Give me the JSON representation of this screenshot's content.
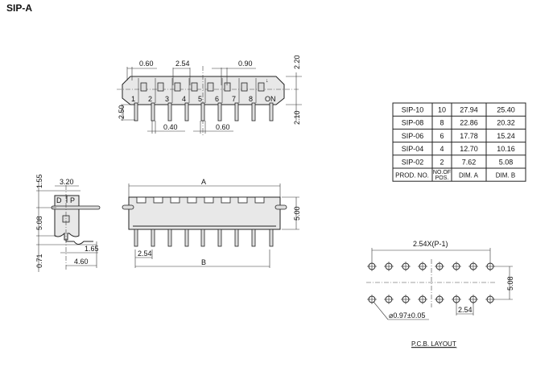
{
  "title": "SIP-A",
  "top_view": {
    "positions": [
      "1",
      "2",
      "3",
      "4",
      "5",
      "6",
      "7",
      "8"
    ],
    "on_label": "ON",
    "dims": {
      "d060_top": "0.60",
      "d254": "2.54",
      "d090": "0.90",
      "d220": "2.20",
      "d250": "2.50",
      "d210": "2.10",
      "d040": "0.40",
      "d060_bottom": "0.60"
    }
  },
  "table": {
    "rows": [
      [
        "SIP-10",
        "10",
        "27.94",
        "25.40"
      ],
      [
        "SIP-08",
        "8",
        "22.86",
        "20.32"
      ],
      [
        "SIP-06",
        "6",
        "17.78",
        "15.24"
      ],
      [
        "SIP-04",
        "4",
        "12.70",
        "10.16"
      ],
      [
        "SIP-02",
        "2",
        "7.62",
        "5.08"
      ]
    ],
    "header": [
      "PROD. NO.",
      "NO.OF",
      "POS.",
      "DIM. A",
      "DIM. B"
    ]
  },
  "side_view": {
    "label_d": "D",
    "label_p": "P",
    "dims": {
      "d155": "1.55",
      "d320": "3.20",
      "d508": "5.08",
      "d071": "0.71",
      "d165": "1.65",
      "d460": "4.60"
    }
  },
  "front_view": {
    "dims": {
      "a": "A",
      "b": "B",
      "d500": "5.00",
      "d254": "2.54"
    }
  },
  "pcb": {
    "title": "P.C.B. LAYOUT",
    "pitch_total": "2.54X(P-1)",
    "row_spacing": "5.08",
    "pitch": "2.54",
    "hole": "⌀0.97±0.05"
  }
}
